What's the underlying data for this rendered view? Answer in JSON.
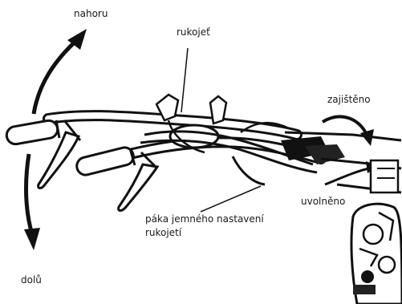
{
  "labels": {
    "up": "nahoru",
    "handle": "rukojeť",
    "locked": "zajištěno",
    "released": "uvolněno",
    "lever_line1": "páka jemného nastavení",
    "lever_line2": "rukojetí",
    "down": "dolů"
  }
}
